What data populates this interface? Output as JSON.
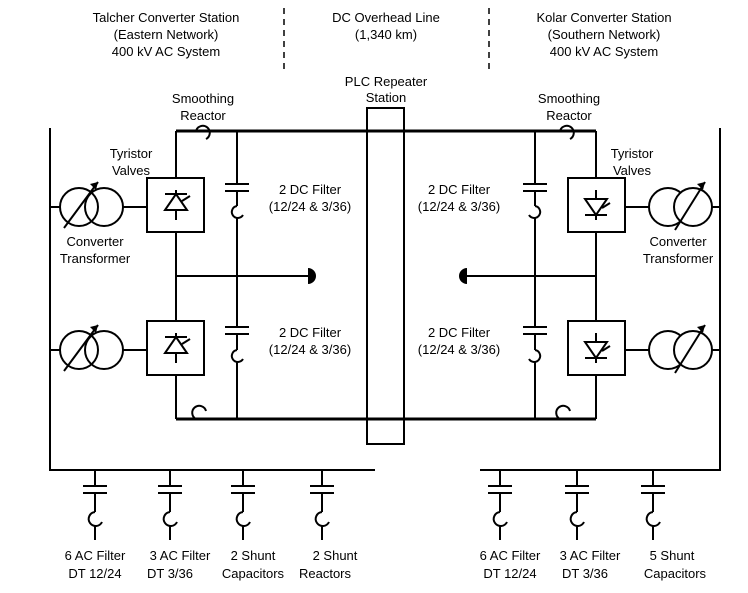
{
  "headers": {
    "left": [
      "Talcher Converter Station",
      "(Eastern Network)",
      "400 kV AC System"
    ],
    "center": [
      "DC Overhead Line",
      "(1,340 km)"
    ],
    "right": [
      "Kolar Converter Station",
      "(Southern Network)",
      "400 kV AC System"
    ]
  },
  "labels": {
    "plc": [
      "PLC Repeater",
      "Station"
    ],
    "smoothing_left": [
      "Smoothing",
      "Reactor"
    ],
    "smoothing_right": [
      "Smoothing",
      "Reactor"
    ],
    "tyristor_left": [
      "Tyristor",
      "Valves"
    ],
    "tyristor_right": [
      "Tyristor",
      "Valves"
    ],
    "converter_left": [
      "Converter",
      "Transformer"
    ],
    "converter_right": [
      "Converter",
      "Transformer"
    ],
    "dc_filter_left_top": [
      "2 DC Filter",
      "(12/24 & 3/36)"
    ],
    "dc_filter_left_bottom": [
      "2 DC Filter",
      "(12/24 & 3/36)"
    ],
    "dc_filter_right_top": [
      "2 DC Filter",
      "(12/24 & 3/36)"
    ],
    "dc_filter_right_bottom": [
      "2 DC Filter",
      "(12/24 & 3/36)"
    ]
  },
  "ac_filters": {
    "left": [
      [
        "6 AC Filter",
        "DT 12/24"
      ],
      [
        "3 AC Filter",
        "DT 3/36"
      ],
      [
        "2 Shunt",
        "Capacitors"
      ],
      [
        "2 Shunt",
        "Reactors"
      ]
    ],
    "right": [
      [
        "6 AC Filter",
        "DT 12/24"
      ],
      [
        "3 AC Filter",
        "DT 3/36"
      ],
      [
        "5 Shunt",
        "Capacitors"
      ]
    ]
  }
}
